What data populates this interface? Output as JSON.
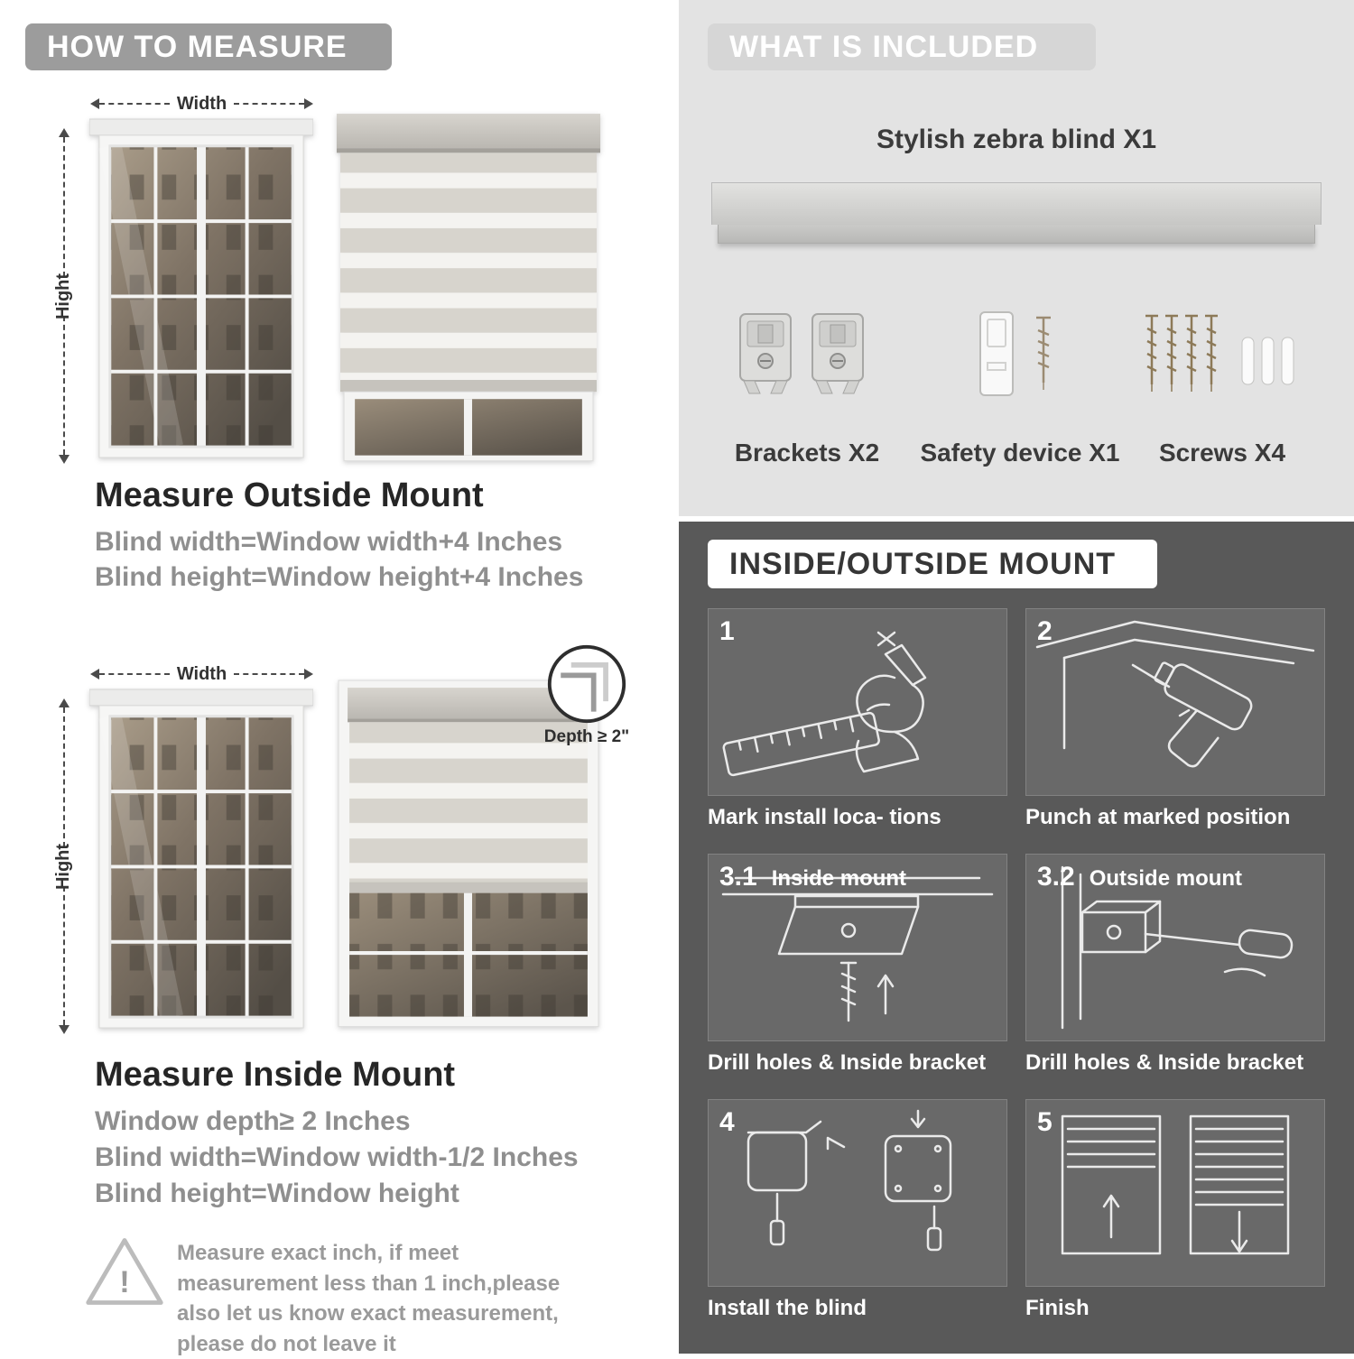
{
  "colors": {
    "badge_gray": "#9c9c9c",
    "light_panel": "#e3e3e3",
    "dark_panel": "#595959",
    "heading_dark": "#262626",
    "body_gray": "#8f8f8f"
  },
  "measure": {
    "header": "HOW TO MEASURE",
    "width_label": "Width",
    "height_label": "Hight",
    "outside": {
      "title": "Measure Outside Mount",
      "line1": "Blind width=Window width+4 Inches",
      "line2": "Blind height=Window height+4 Inches"
    },
    "inside": {
      "depth_callout": "Depth ≥ 2\"",
      "title": "Measure Inside Mount",
      "line1": "Window depth≥ 2 Inches",
      "line2": "Blind width=Window width-1/2 Inches",
      "line3": "Blind height=Window height"
    },
    "warning": {
      "mark": "!",
      "text": "Measure exact inch, if meet measurement less than 1 inch,please also let us know exact measurement, please do not leave it"
    }
  },
  "included": {
    "header": "WHAT IS INCLUDED",
    "blind_label": "Stylish zebra blind X1",
    "items": [
      {
        "name": "brackets",
        "label": "Brackets X2"
      },
      {
        "name": "safety-device",
        "label": "Safety device X1"
      },
      {
        "name": "screws",
        "label": "Screws X4"
      }
    ]
  },
  "mount": {
    "header": "INSIDE/OUTSIDE MOUNT",
    "steps": [
      {
        "num": "1",
        "caption": "Mark install loca- tions"
      },
      {
        "num": "2",
        "caption": "Punch at  marked position"
      },
      {
        "num": "3.1",
        "label": "Inside mount",
        "caption": "Drill holes &  Inside bracket"
      },
      {
        "num": "3.2",
        "label": "Outside mount",
        "caption": "Drill holes &  Inside bracket"
      },
      {
        "num": "4",
        "caption": "Install the blind"
      },
      {
        "num": "5",
        "caption": "Finish"
      }
    ]
  }
}
